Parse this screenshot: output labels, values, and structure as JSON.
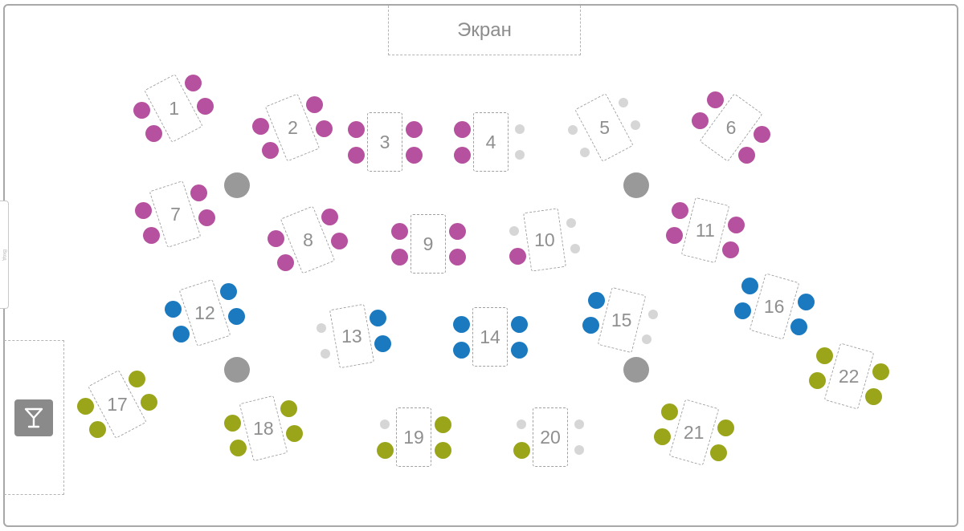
{
  "hall": {
    "screen_label": "Экран",
    "side_tab_label": "Вход"
  },
  "colors": {
    "purple": "#b5519e",
    "blue": "#1a79bf",
    "olive": "#9aa51a",
    "empty": "#d6d6d6",
    "pillar": "#999999",
    "table_border": "#a0a0a0"
  },
  "tables": [
    {
      "label": "1",
      "zone": "purple",
      "seats": [
        "purple",
        "purple",
        "purple",
        "purple"
      ]
    },
    {
      "label": "2",
      "zone": "purple",
      "seats": [
        "purple",
        "purple",
        "purple",
        "purple"
      ]
    },
    {
      "label": "3",
      "zone": "purple",
      "seats": [
        "purple",
        "purple",
        "purple",
        "purple"
      ]
    },
    {
      "label": "4",
      "zone": "purple",
      "seats": [
        "purple",
        "purple",
        "empty",
        "empty"
      ]
    },
    {
      "label": "5",
      "zone": "purple",
      "seats": [
        "empty",
        "empty",
        "empty",
        "empty"
      ]
    },
    {
      "label": "6",
      "zone": "purple",
      "seats": [
        "purple",
        "purple",
        "purple",
        "purple"
      ]
    },
    {
      "label": "7",
      "zone": "purple",
      "seats": [
        "purple",
        "purple",
        "purple",
        "purple"
      ]
    },
    {
      "label": "8",
      "zone": "purple",
      "seats": [
        "purple",
        "purple",
        "purple",
        "purple"
      ]
    },
    {
      "label": "9",
      "zone": "purple",
      "seats": [
        "purple",
        "purple",
        "purple",
        "purple"
      ]
    },
    {
      "label": "10",
      "zone": "purple",
      "seats": [
        "empty",
        "purple",
        "empty",
        "empty"
      ]
    },
    {
      "label": "11",
      "zone": "purple",
      "seats": [
        "purple",
        "purple",
        "purple",
        "purple"
      ]
    },
    {
      "label": "12",
      "zone": "blue",
      "seats": [
        "blue",
        "blue",
        "blue",
        "blue"
      ]
    },
    {
      "label": "13",
      "zone": "blue",
      "seats": [
        "empty",
        "empty",
        "blue",
        "blue"
      ]
    },
    {
      "label": "14",
      "zone": "blue",
      "seats": [
        "blue",
        "blue",
        "blue",
        "blue"
      ]
    },
    {
      "label": "15",
      "zone": "blue",
      "seats": [
        "blue",
        "blue",
        "empty",
        "empty"
      ]
    },
    {
      "label": "16",
      "zone": "blue",
      "seats": [
        "blue",
        "blue",
        "blue",
        "blue"
      ]
    },
    {
      "label": "17",
      "zone": "olive",
      "seats": [
        "olive",
        "olive",
        "olive",
        "olive"
      ]
    },
    {
      "label": "18",
      "zone": "olive",
      "seats": [
        "olive",
        "olive",
        "olive",
        "olive"
      ]
    },
    {
      "label": "19",
      "zone": "olive",
      "seats": [
        "empty",
        "olive",
        "olive",
        "olive"
      ]
    },
    {
      "label": "20",
      "zone": "olive",
      "seats": [
        "empty",
        "olive",
        "empty",
        "empty"
      ]
    },
    {
      "label": "21",
      "zone": "olive",
      "seats": [
        "olive",
        "olive",
        "olive",
        "olive"
      ]
    },
    {
      "label": "22",
      "zone": "olive",
      "seats": [
        "olive",
        "olive",
        "olive",
        "olive"
      ]
    }
  ],
  "pillars": 4,
  "bar_icon": "cocktail-glass-icon"
}
